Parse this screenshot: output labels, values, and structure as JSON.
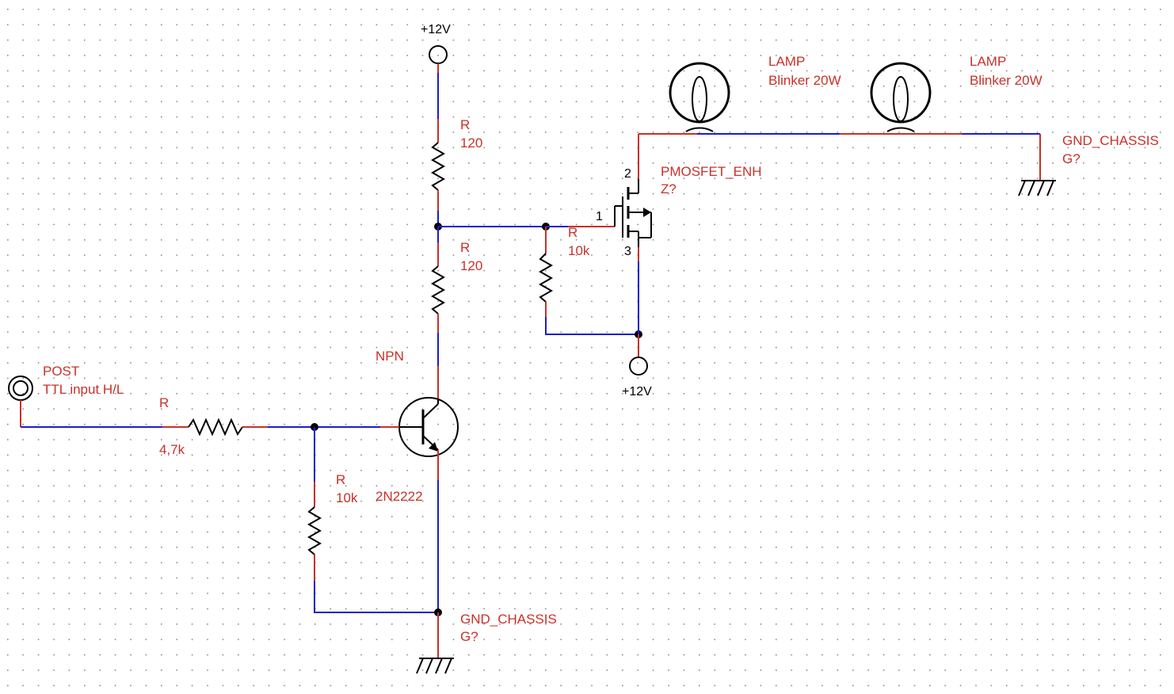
{
  "schematic": {
    "supply_top": {
      "label": "+12V"
    },
    "supply_mosfet": {
      "label": "+12V"
    },
    "r_top": {
      "name": "R",
      "value": "120"
    },
    "r_mid": {
      "name": "R",
      "value": "120"
    },
    "r_gate": {
      "name": "R",
      "value": "10k"
    },
    "r_input": {
      "name": "R",
      "value": "4,7k"
    },
    "r_base": {
      "name": "R",
      "value": "10k"
    },
    "transistor": {
      "type": "NPN",
      "part": "2N2222"
    },
    "mosfet": {
      "type": "PMOSFET_ENH",
      "ref": "Z?",
      "pin_gate": "1",
      "pin_drain": "2",
      "pin_source": "3"
    },
    "input": {
      "name": "POST",
      "desc": "TTL input H/L"
    },
    "lamp1": {
      "name": "LAMP",
      "desc": "Blinker 20W"
    },
    "lamp2": {
      "name": "LAMP",
      "desc": "Blinker 20W"
    },
    "gnd_main": {
      "name": "GND_CHASSIS",
      "ref": "G?"
    },
    "gnd_lamp": {
      "name": "GND_CHASSIS",
      "ref": "G?"
    }
  },
  "colors": {
    "wire": "#1c1ccf",
    "pin": "#c8312a",
    "label": "#c8312a",
    "symbol": "#000000",
    "grid_dot": "#8a8a8a"
  }
}
